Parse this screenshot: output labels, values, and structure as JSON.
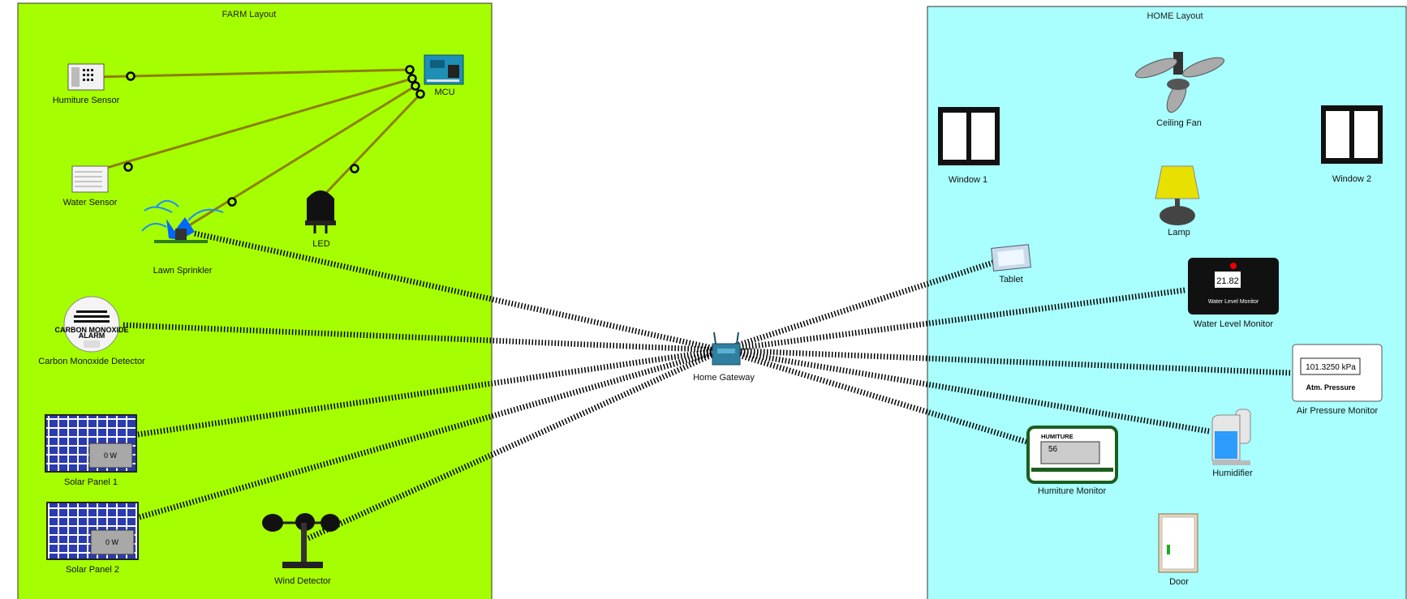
{
  "farm": {
    "title": "FARM Layout",
    "devices": {
      "humiture_sensor": "Humiture Sensor",
      "water_sensor": "Water Sensor",
      "lawn_sprinkler": "Lawn Sprinkler",
      "led": "LED",
      "mcu": "MCU",
      "co_detector": "Carbon Monoxide Detector",
      "co_detector_face_1": "CARBON MONOXIDE",
      "co_detector_face_2": "ALARM",
      "solar_panel_1": "Solar Panel 1",
      "solar_panel_1_reading": "0 W",
      "solar_panel_2": "Solar Panel 2",
      "solar_panel_2_reading": "0 W",
      "wind_detector": "Wind Detector"
    }
  },
  "gateway": {
    "label": "Home Gateway"
  },
  "home": {
    "title": "HOME Layout",
    "devices": {
      "ceiling_fan": "Ceiling Fan",
      "window_1": "Window 1",
      "window_2": "Window 2",
      "lamp": "Lamp",
      "tablet": "Tablet",
      "water_level_monitor": "Water Level Monitor",
      "water_level_value": "21.82",
      "water_level_caption": "Water Level Monitor",
      "air_pressure_monitor": "Air Pressure Monitor",
      "air_pressure_value": "101.3250 kPa",
      "air_pressure_caption": "Atm. Pressure",
      "humidifier": "Humidifier",
      "humiture_monitor": "Humiture Monitor",
      "humiture_header": "HUMITURE",
      "humiture_value": "56",
      "door": "Door"
    }
  },
  "colors": {
    "farm_bg": "#a6ff00",
    "home_bg": "#a8fffe",
    "wired_link": "#8b8000",
    "wireless_link": "#000000",
    "solar_cell": "#2b3bb0",
    "accent_lamp": "#e8e000"
  },
  "icons": [
    "humiture-sensor-icon",
    "water-sensor-icon",
    "sprinkler-icon",
    "led-icon",
    "mcu-board-icon",
    "co-alarm-icon",
    "solar-panel-icon",
    "anemometer-icon",
    "router-icon",
    "ceiling-fan-icon",
    "window-icon",
    "lamp-icon",
    "tablet-icon",
    "monitor-icon",
    "humidifier-icon",
    "door-icon"
  ]
}
